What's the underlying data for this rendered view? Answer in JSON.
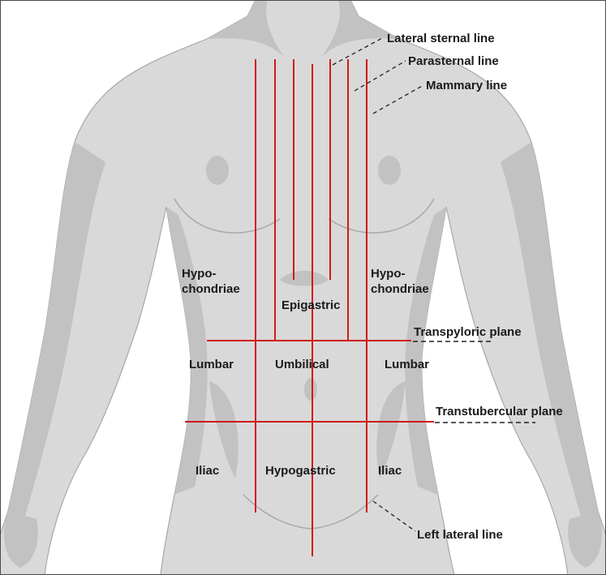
{
  "colors": {
    "body_fill": "#d9d9d9",
    "body_shade": "#c2c2c2",
    "body_outline": "#a8a8a8",
    "line_red": "#d01919",
    "leader": "#222222",
    "label": "#1a1a1a"
  },
  "line_labels": {
    "lateral_sternal": "Lateral sternal line",
    "parasternal": "Parasternal line",
    "mammary": "Mammary line",
    "transpyloric": "Transpyloric plane",
    "transtubercular": "Transtubercular plane",
    "left_lateral": "Left lateral line"
  },
  "regions": {
    "hypochondriae_right": [
      "Hypo-",
      "chondriae"
    ],
    "hypochondriae_left": [
      "Hypo-",
      "chondriae"
    ],
    "epigastric": "Epigastric",
    "lumbar_right": "Lumbar",
    "umbilical": "Umbilical",
    "lumbar_left": "Lumbar",
    "iliac_right": "Iliac",
    "hypogastric": "Hypogastric",
    "iliac_left": "Iliac"
  }
}
